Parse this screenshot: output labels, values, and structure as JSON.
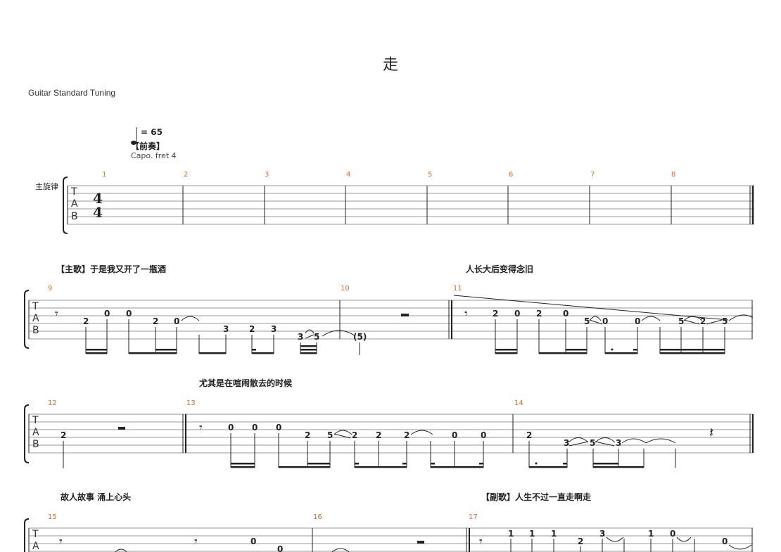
{
  "song": {
    "title": "走",
    "tuning": "Guitar Standard Tuning",
    "tempo": "= 65",
    "intro_label": "【前奏】",
    "capo": "Capo. fret 4",
    "instrument": "主旋律",
    "time_signature": "4/4"
  },
  "tab_clef": [
    "T",
    "A",
    "B"
  ],
  "lyrics": {
    "verse1": "【主歌】于是我又开了一瓶酒",
    "line2": "人长大后变得念旧",
    "line3": "尤其是在喧闹散去的时候",
    "line4": "故人故事 涌上心头",
    "chorus": "【副歌】人生不过一直走啊走"
  },
  "measure_numbers": [
    "1",
    "2",
    "3",
    "4",
    "5",
    "6",
    "7",
    "8",
    "9",
    "10",
    "11",
    "12",
    "13",
    "14",
    "15",
    "16",
    "17"
  ],
  "system2_frets": [
    "2",
    "0",
    "0",
    "2",
    "0",
    "3",
    "2",
    "3",
    "3",
    "5",
    "(5)",
    "2",
    "0",
    "2",
    "0",
    "5",
    "0",
    "0",
    "5",
    "2",
    "5"
  ],
  "system3_frets": [
    "2",
    "0",
    "0",
    "0",
    "2",
    "5",
    "2",
    "2",
    "2",
    "0",
    "0",
    "2",
    "3",
    "5",
    "3"
  ],
  "system4_frets": [
    "0",
    "0",
    "1",
    "1",
    "1",
    "2",
    "3",
    "1",
    "0",
    "0"
  ]
}
